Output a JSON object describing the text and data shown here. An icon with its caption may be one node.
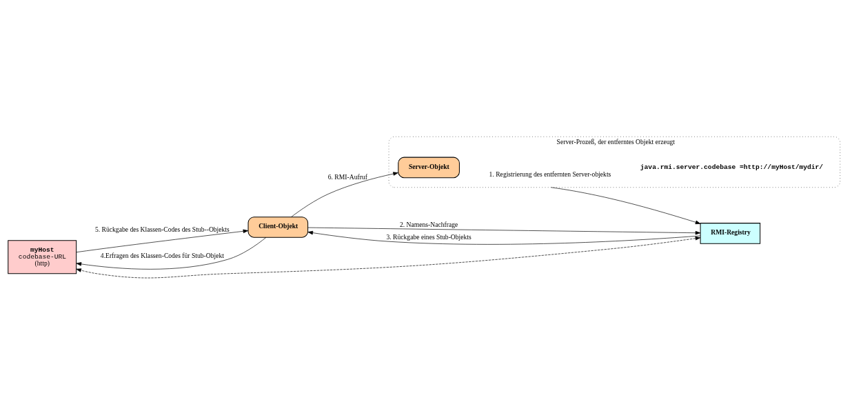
{
  "diagram": {
    "nodes": [
      {
        "text": [
          "myHost",
          "codebase-URL",
          "(http)"
        ]
      },
      {
        "text": [
          "RMI-Registry"
        ]
      },
      {
        "text": [
          "Server-Prozeß, der entferntes Objekt erzeugt"
        ]
      },
      {
        "text": [
          "Server-Objekt"
        ],
        "in": 2
      },
      {
        "text": [
          "Client-Objekt"
        ]
      }
    ],
    "edges": [
      {
        "from": 2,
        "to": 1,
        "arrow": "to",
        "label": "1. Registrierung des entfernten Server-objekts"
      },
      {
        "from": 4,
        "to": 1,
        "arrow": "to",
        "label": "2. Namens-Nachfrage"
      },
      {
        "from": 1,
        "to": 4,
        "arrow": "to",
        "label": "3. Rückgabe eines Stub-Objekts"
      },
      {
        "from": 4,
        "to": 0,
        "arrow": "to",
        "label": "4.Erfragen des Klassen-Codes für Stub-Objekt"
      },
      {
        "from": 0,
        "to": 4,
        "arrow": "to",
        "label": "5. Rückgabe des Klassen-Codes des Stub--Objekts"
      },
      {
        "from": 4,
        "to": 3,
        "arrow": "to",
        "label": "6. RMI-Aufruf"
      },
      {
        "from": 1,
        "to": 0,
        "arrow": "both",
        "style": "dashed"
      }
    ],
    "labels": [
      "java.rmi.server.codebase =http://myHost/mydir/"
    ]
  }
}
